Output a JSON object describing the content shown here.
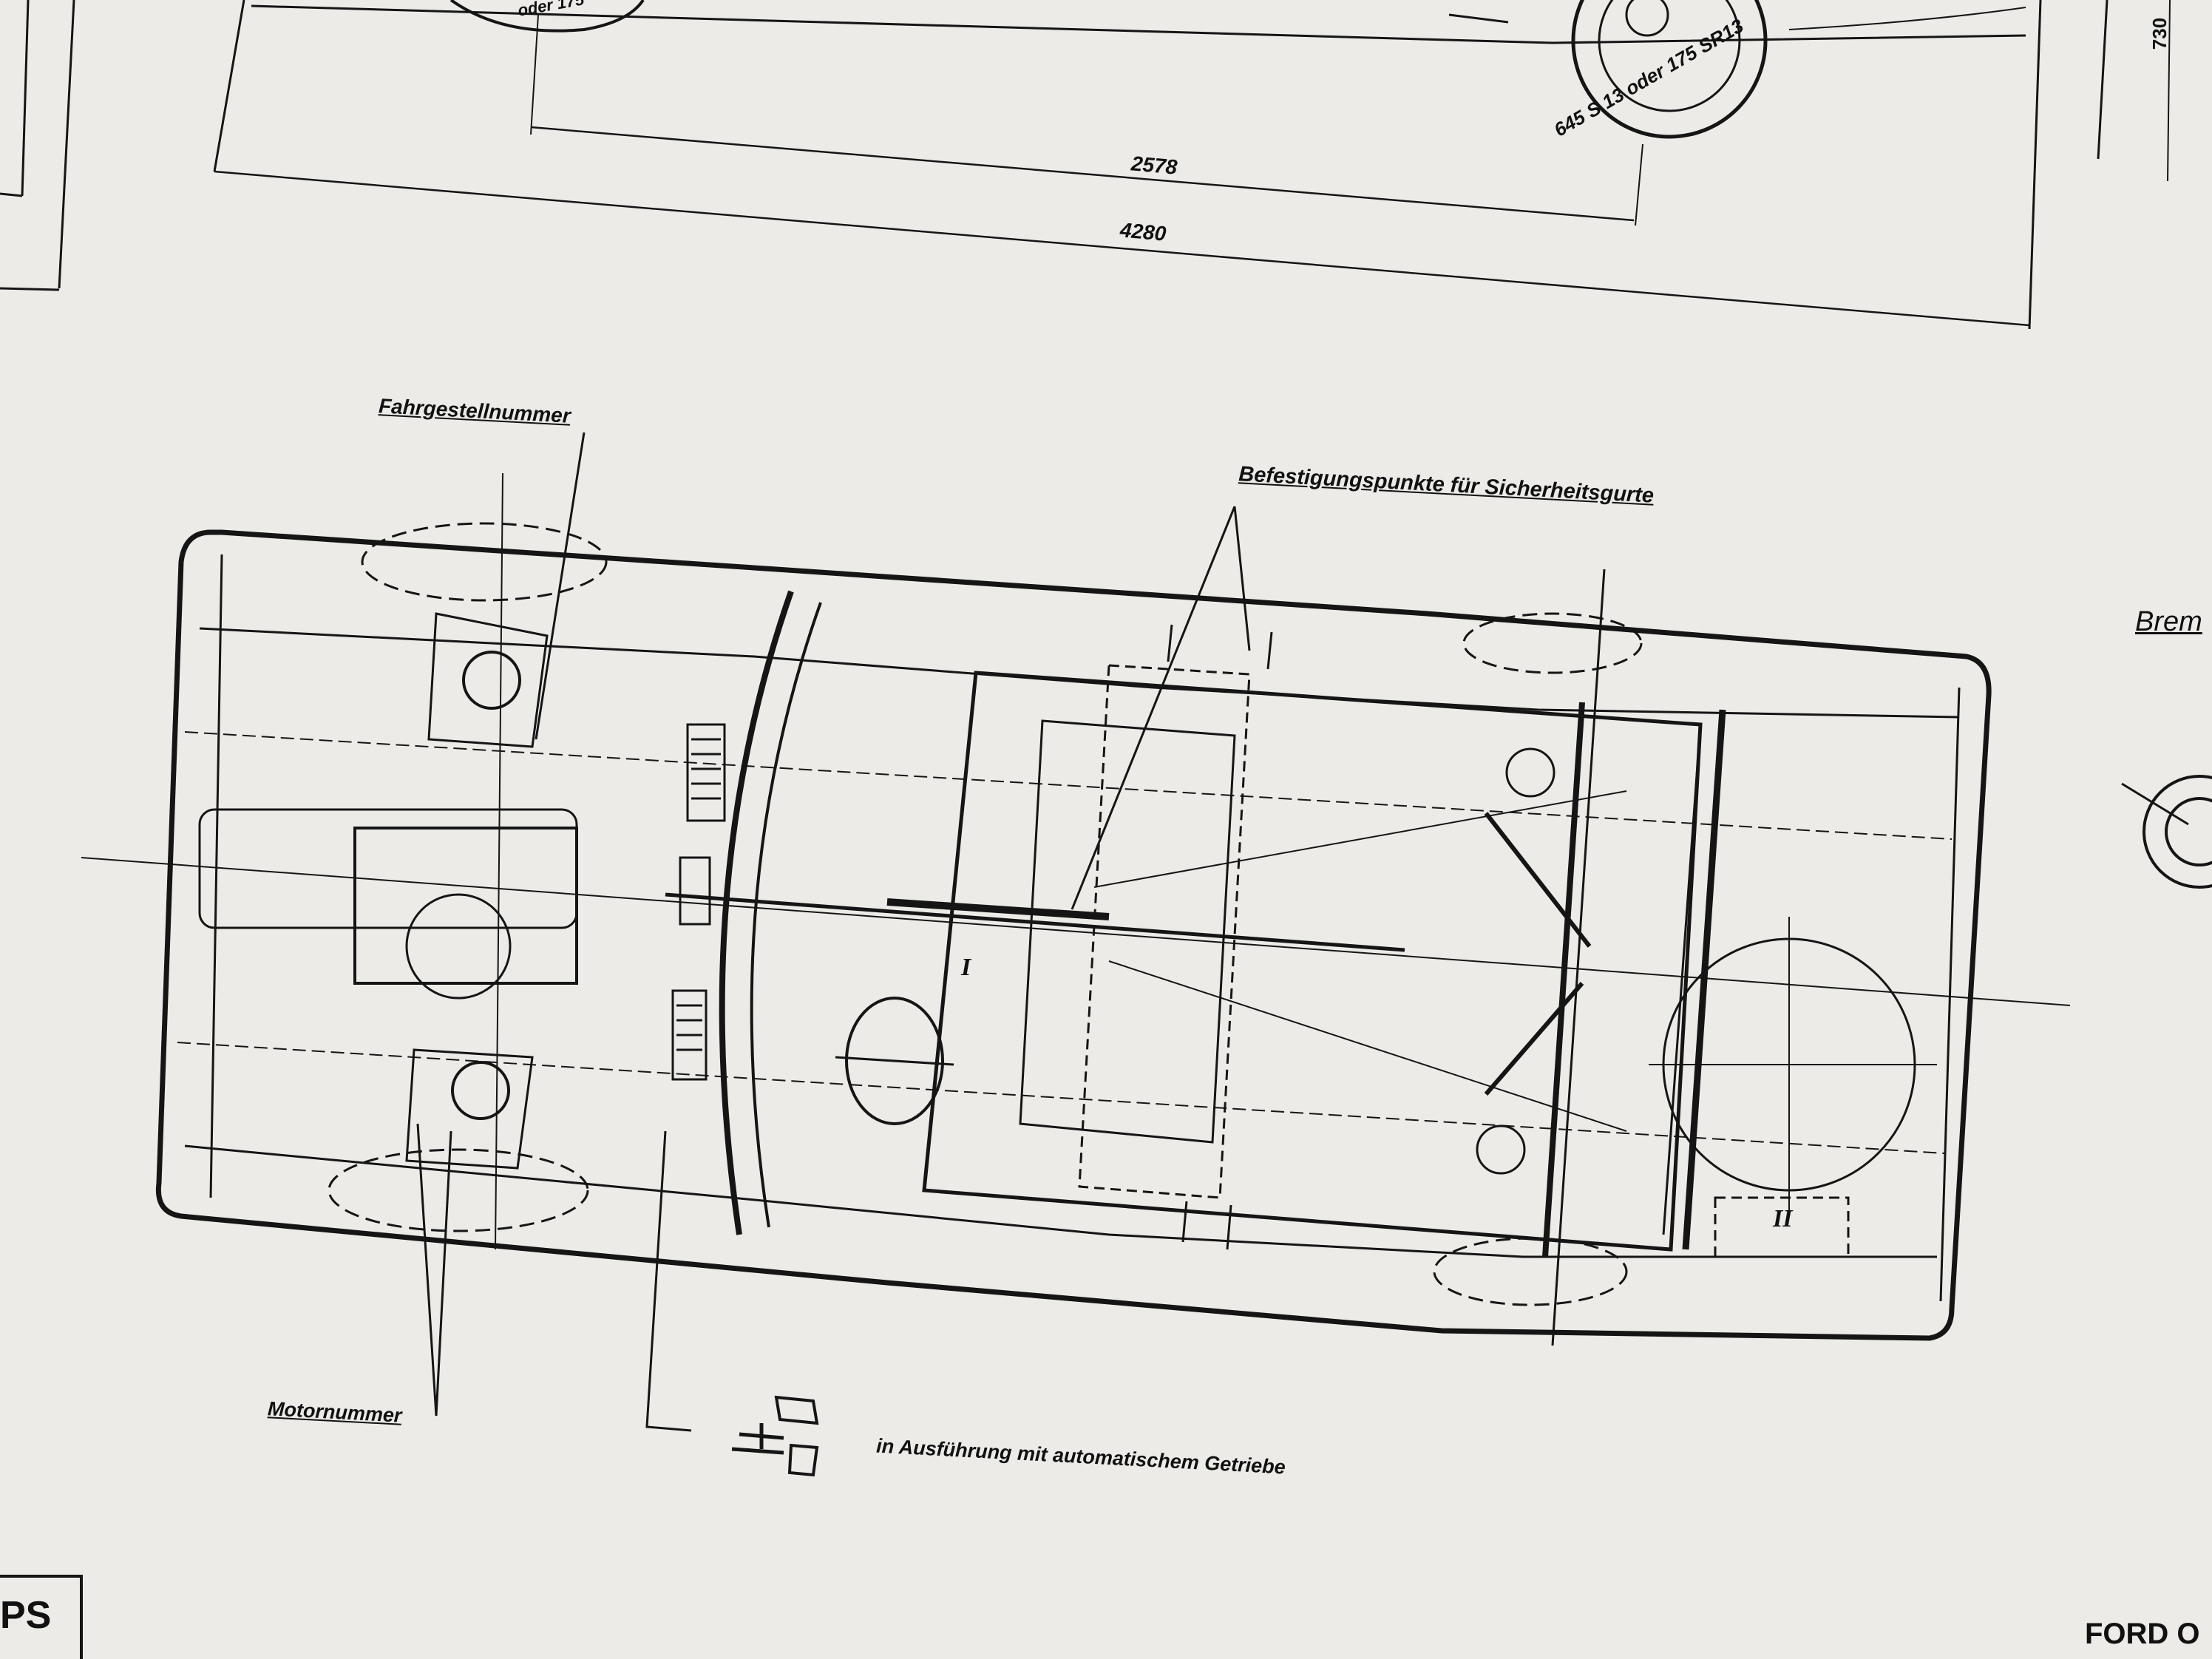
{
  "dimensions": {
    "wheelbase": "2578",
    "overall_length": "4280",
    "height_side": "730"
  },
  "tyre_text": {
    "rear": "645 S 13 oder 175 SR13",
    "front_partial": "oder 175"
  },
  "labels": {
    "chassis_number": "Fahrgestellnummer",
    "belt_points": "Befestigungspunkte für Sicherheitsgurte",
    "engine_number": "Motornummer",
    "automatic_note": "in Ausführung mit automatischem Getriebe",
    "brake_partial": "Brem",
    "seat_front": "I",
    "seat_rear": "II"
  },
  "footer": {
    "left_box": "PS",
    "right_text": "FORD O"
  },
  "colors": {
    "paper": "#ecebe8",
    "ink": "#151515"
  }
}
